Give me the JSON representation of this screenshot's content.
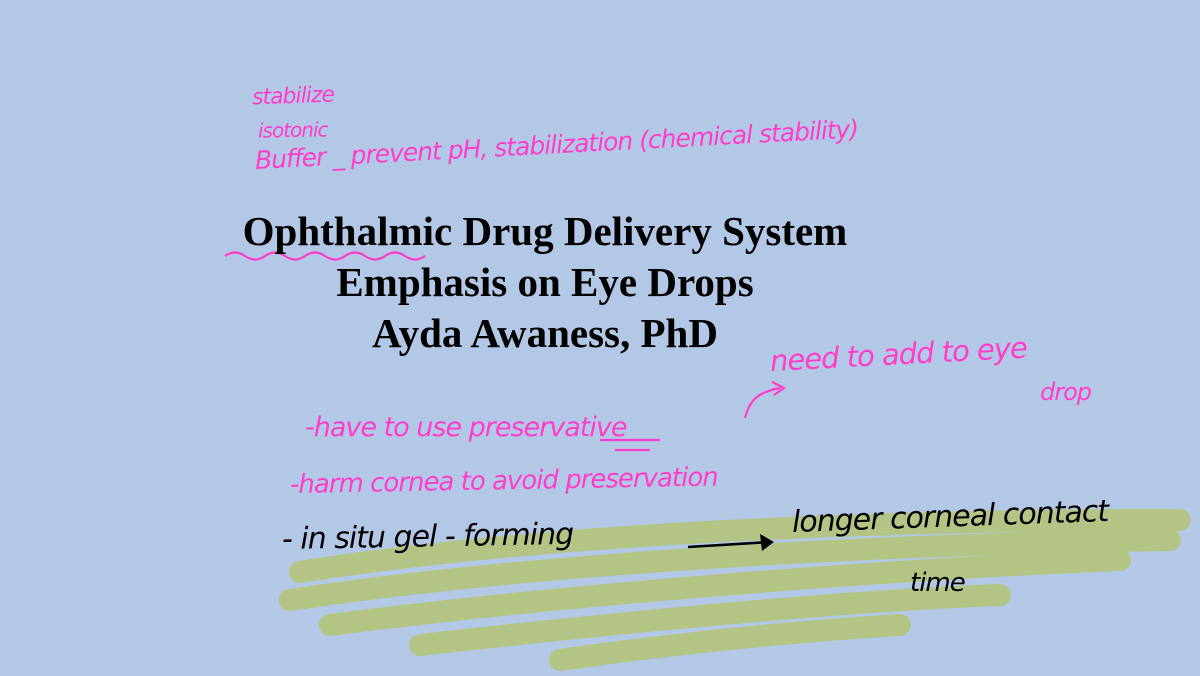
{
  "title": {
    "line1": "Ophthalmic Drug Delivery System",
    "line2": "Emphasis on Eye Drops",
    "line3": "Ayda Awaness, PhD"
  },
  "annotations": {
    "stabilize": "stabilize",
    "isotonic": "isotonic",
    "buffer": "Buffer _ prevent pH, stabilization (chemical stability)",
    "need_to_add": "need to add to eye",
    "drop": "drop",
    "preservative": "-have to use preservative",
    "harm_cornea": "-harm cornea to avoid preservation",
    "in_situ": "- in situ gel - forming",
    "longer_contact": "longer corneal contact",
    "time": "time"
  },
  "colors": {
    "background": "#b3c8e6",
    "pink_ink": "#ff3dc8",
    "highlighter": "#b5c47a",
    "black_ink": "#000000"
  }
}
